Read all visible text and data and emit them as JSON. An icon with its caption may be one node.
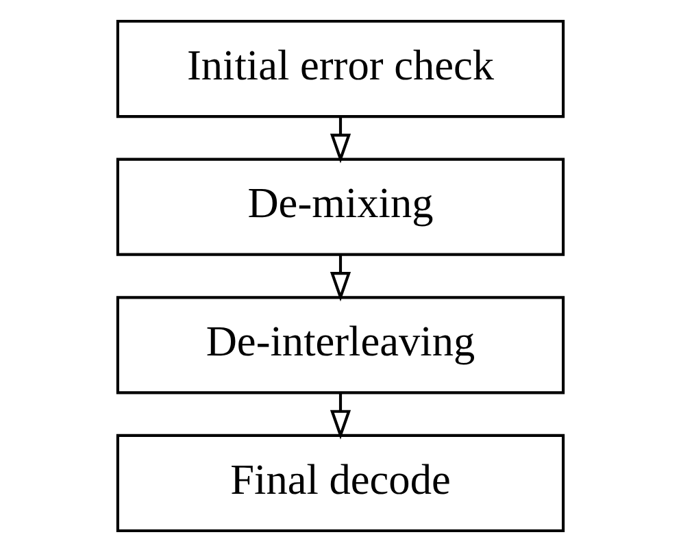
{
  "diagram": {
    "nodes": [
      {
        "text": [
          "Initial error check"
        ]
      },
      {
        "text": [
          "De-mixing"
        ]
      },
      {
        "text": [
          "De-interleaving"
        ]
      },
      {
        "text": [
          "Final decode"
        ]
      }
    ],
    "edges": [
      {
        "from": 0,
        "to": 1,
        "arrow": "to"
      },
      {
        "from": 1,
        "to": 2,
        "arrow": "to"
      },
      {
        "from": 2,
        "to": 3,
        "arrow": "to"
      }
    ]
  }
}
